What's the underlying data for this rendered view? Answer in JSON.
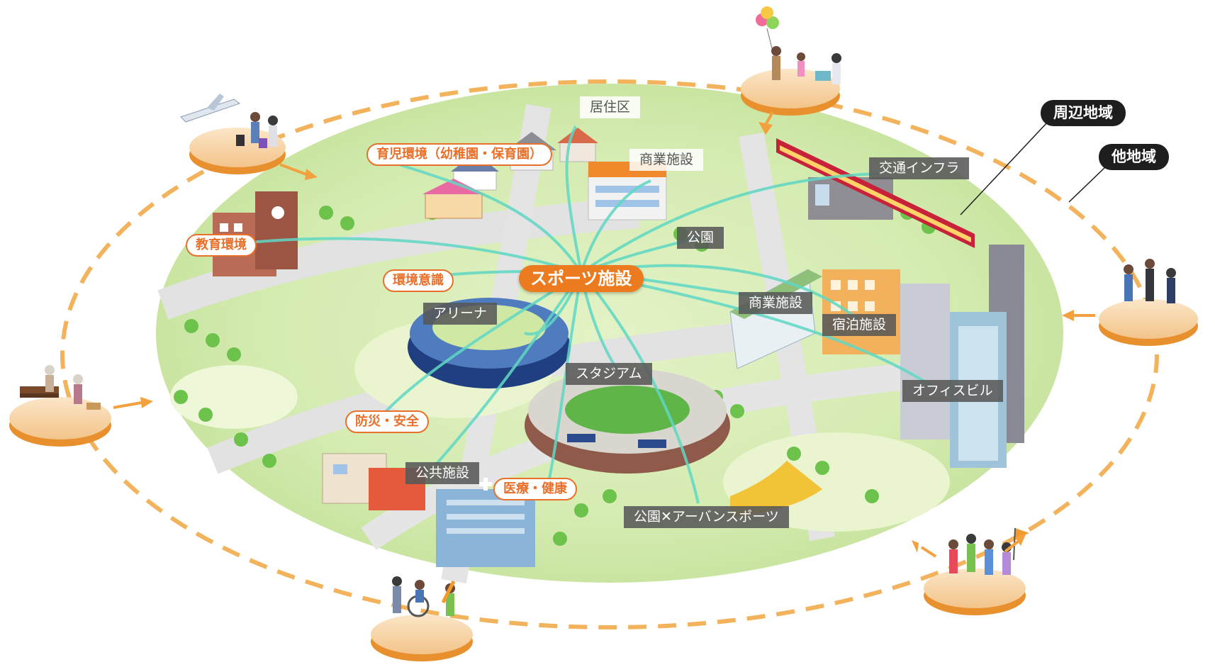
{
  "colors": {
    "orange_accent": "#e8702a",
    "hub_orange": "#ec7a1e",
    "dash_ring": "#f2b35c",
    "connector_teal": "#5fd8c4",
    "gray_label": "#585858",
    "black_label": "#1e1e1e",
    "ground_green": "#d7edb4",
    "road_gray": "#e4e4e4"
  },
  "hub": {
    "label": "スポーツ施設"
  },
  "orange_labels": {
    "childcare": "育児環境（幼稚園・保育園）",
    "education": "教育環境",
    "environment": "環境意識",
    "disaster": "防災・安全",
    "medical": "医療・健康"
  },
  "gray_labels": {
    "residential": "居住区",
    "commercial_top": "商業施設",
    "transport": "交通インフラ",
    "park": "公園",
    "arena": "アリーナ",
    "commercial_mid": "商業施設",
    "lodging": "宿泊施設",
    "stadium": "スタジアム",
    "office": "オフィスビル",
    "public": "公共施設",
    "urban_sports": "公園✕アーバンスポーツ"
  },
  "region_labels": {
    "surrounding": "周辺地域",
    "other": "他地域"
  },
  "icons": {
    "travelers": "travelers-plane-icon",
    "family": "family-balloons-icon",
    "business": "business-people-icon",
    "seniors": "seniors-bench-icon",
    "wheelchair": "wheelchair-users-icon",
    "fans": "sports-fans-icon"
  }
}
